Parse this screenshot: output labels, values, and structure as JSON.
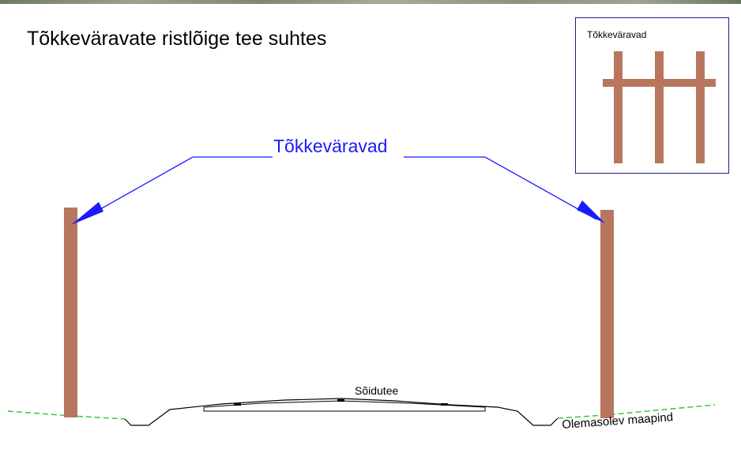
{
  "title": "Tõkkeväravate ristlõige tee suhtes",
  "legend": {
    "label": "Tõkkeväravad"
  },
  "callout": {
    "label": "Tõkkeväravad"
  },
  "road": {
    "label": "Sõidutee"
  },
  "ground": {
    "label": "Olemasolev maapind"
  },
  "colors": {
    "post": "#b8765f",
    "callout": "#1a1aff",
    "ground_line": "#22cc22",
    "profile_line": "#000000",
    "legend_border": "#1c1c8c"
  }
}
